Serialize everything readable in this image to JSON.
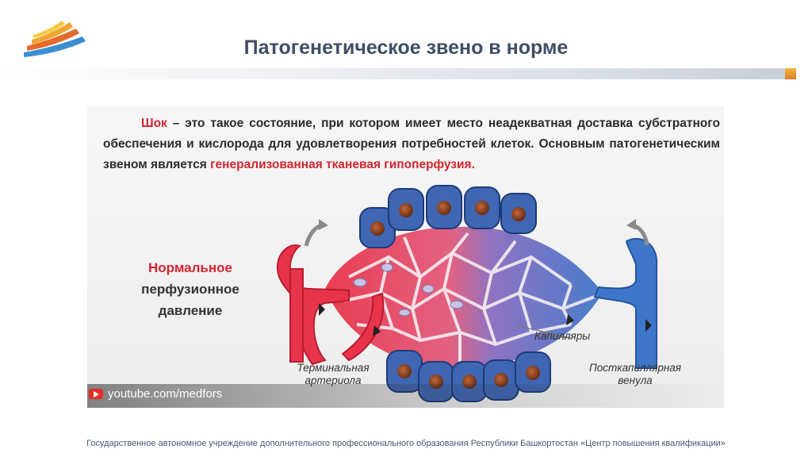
{
  "slide": {
    "title": "Патогенетическое звено в норме",
    "footer": "Государственное автономное учреждение дополнительного профессионального образования Республики Башкортостан «Центр повышения квалификации»"
  },
  "definition": {
    "term": "Шок",
    "part1": " – это такое состояние, при котором имеет место неадекватная доставка субстратного обеспечения и кислорода для удовлетворения потребностей клеток. Основным патогенетическим звеном является ",
    "highlight": "генерализованная тканевая гипоперфузия."
  },
  "diagram": {
    "pressure_line1": "Нормальное",
    "pressure_line2": "перфузионное",
    "pressure_line3": "давление",
    "capillaries": "Капилляры",
    "arteriole_line1": "Терминальная",
    "arteriole_line2": "артериола",
    "venule_line1": "Посткапиллярная",
    "venule_line2": "венула"
  },
  "watermark": {
    "text": "youtube.com/medfors"
  },
  "colors": {
    "title": "#3f4d66",
    "accent_red": "#d4262f",
    "artery": "#e8344a",
    "vein": "#3e77c9",
    "cell": "#3f66b3"
  }
}
